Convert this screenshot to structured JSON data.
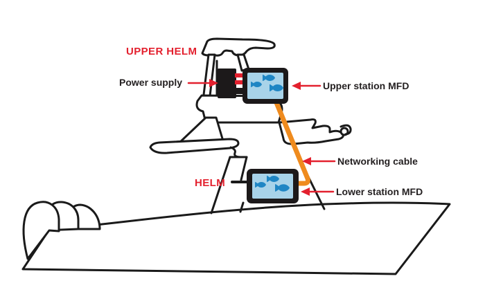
{
  "diagram": {
    "subject": "Dual-station MFD networking on a sportfishing boat",
    "stations": [
      {
        "name": "Upper station MFD",
        "location_label": "UPPER HELM",
        "screen_fish_count": 3
      },
      {
        "name": "Lower station MFD",
        "location_label": "HELM",
        "screen_fish_count": 3
      }
    ],
    "connections": [
      {
        "from": "Power supply",
        "to": "Upper station MFD",
        "type": "power"
      },
      {
        "from": "Upper station MFD",
        "to": "Lower station MFD",
        "type": "Networking cable"
      }
    ]
  },
  "labels": {
    "upper_helm": "UPPER HELM",
    "helm": "HELM",
    "power_supply": "Power supply",
    "upper_station_mfd": "Upper station MFD",
    "networking_cable": "Networking cable",
    "lower_station_mfd": "Lower station MFD"
  },
  "colors": {
    "label_red": "#e3202e",
    "label_dark": "#231f20",
    "line_art": "#1a1a1a",
    "cable_orange": "#ef8b1e",
    "screen_blue": "#a8d3e9",
    "fish_blue": "#1f86c4",
    "device_black": "#1c191a",
    "background": "#ffffff"
  }
}
